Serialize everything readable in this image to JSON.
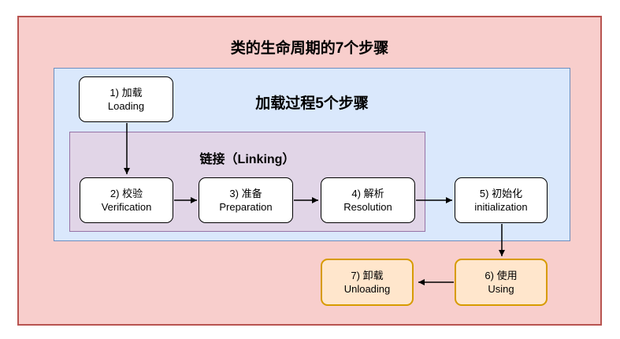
{
  "diagram": {
    "title": "类的生命周期的7个步骤",
    "groups": {
      "loading": {
        "title": "加载过程5个步骤"
      },
      "linking": {
        "title": "链接（Linking）"
      }
    },
    "steps": [
      {
        "label_zh": "1) 加载",
        "label_en": "Loading"
      },
      {
        "label_zh": "2) 校验",
        "label_en": "Verification"
      },
      {
        "label_zh": "3) 准备",
        "label_en": "Preparation"
      },
      {
        "label_zh": "4) 解析",
        "label_en": "Resolution"
      },
      {
        "label_zh": "5) 初始化",
        "label_en": "initialization"
      },
      {
        "label_zh": "6) 使用",
        "label_en": "Using"
      },
      {
        "label_zh": "7) 卸载",
        "label_en": "Unloading"
      }
    ],
    "colors": {
      "lifecycle_fill": "#f8cecc",
      "lifecycle_stroke": "#b85450",
      "loading_fill": "#dae8fc",
      "loading_stroke": "#6c8ebf",
      "linking_fill": "#e1d5e7",
      "linking_stroke": "#9673a6",
      "step_fill": "#ffffff",
      "step_stroke": "#000000",
      "usage_fill": "#ffe6cc",
      "usage_stroke": "#d79b00",
      "arrow": "#000000"
    }
  }
}
